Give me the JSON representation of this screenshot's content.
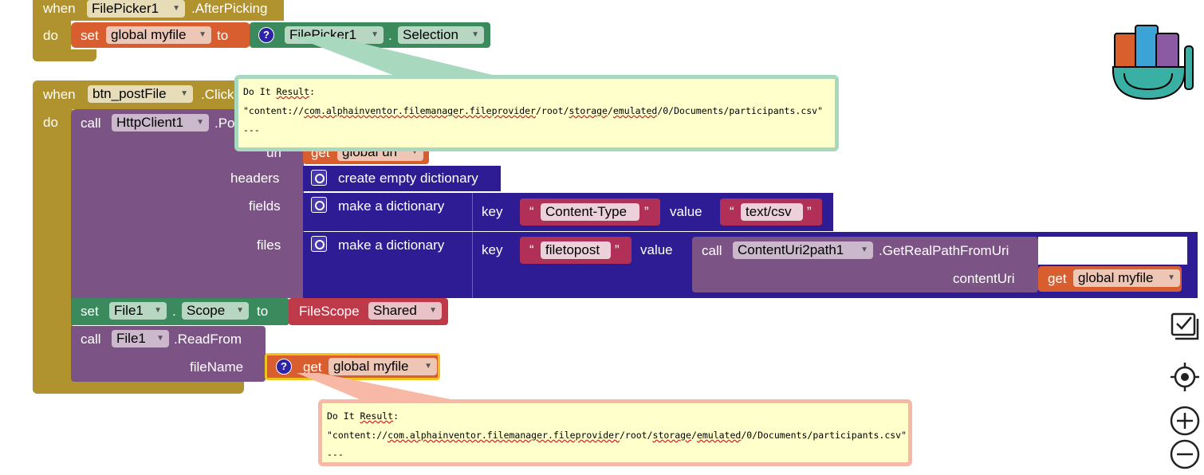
{
  "event1": {
    "when": "when",
    "component": "FilePicker1",
    "event": ".AfterPicking",
    "do": "do",
    "set": "set",
    "variable": "global myfile",
    "to": "to",
    "help": "?",
    "getter_component": "FilePicker1",
    "dot": ".",
    "property": "Selection"
  },
  "bubble1": {
    "line1_a": "Do It ",
    "line1_b": "Result",
    "line1_c": ":",
    "line2_a": "\"content://",
    "line2_b": "com.alphainventor.filemanager.fileprovider",
    "line2_c": "/root/",
    "line2_d": "storage",
    "line2_e": "/",
    "line2_f": "emulated",
    "line2_g": "/0/Documents/participants.csv\"",
    "line3": "---"
  },
  "event2": {
    "when": "when",
    "component": "btn_postFile",
    "event": ".Click",
    "do": "do",
    "call": "call",
    "http_component": "HttpClient1",
    "method_partial": ".Po",
    "url_label": "url",
    "url_get": "get",
    "url_var": "global url",
    "headers_label": "headers",
    "headers_value": "create empty dictionary",
    "fields_label": "fields",
    "fields_make": "make a dictionary",
    "fields_key_label": "key",
    "fields_key": "Content-Type",
    "fields_value_label": "value",
    "fields_value": "text/csv",
    "files_label": "files",
    "files_make": "make a dictionary",
    "files_key_label": "key",
    "files_key": "filetopost",
    "files_value_label": "value",
    "call2": "call",
    "uri_component": "ContentUri2path1",
    "uri_method": ".GetRealPathFromUri",
    "contentUri_label": "contentUri",
    "cu_get": "get",
    "cu_var": "global myfile",
    "set2": "set",
    "file_component": "File1",
    "dot2": ".",
    "scope_prop": "Scope",
    "to2": "to",
    "filescope": "FileScope",
    "shared": "Shared",
    "call3": "call",
    "file_component2": "File1",
    "readfrom": ".ReadFrom",
    "filename_label": "fileName",
    "help2": "?",
    "fn_get": "get",
    "fn_var": "global myfile",
    "quote_open": "“",
    "quote_close": "”"
  },
  "bubble2": {
    "line1_a": "Do It ",
    "line1_b": "Result",
    "line1_c": ":",
    "line2_a": "\"content://",
    "line2_b": "com.alphainventor.filemanager.fileprovider",
    "line2_c": "/root/",
    "line2_d": "storage",
    "line2_e": "/",
    "line2_f": "emulated",
    "line2_g": "/0/Documents/participants.csv\"",
    "line3": "---"
  },
  "toolbox": {
    "backpack": "backpack-icon",
    "cleanup": "checklist-icon",
    "center": "target-icon",
    "zoom_in": "plus-icon",
    "zoom_out": "minus-icon"
  }
}
